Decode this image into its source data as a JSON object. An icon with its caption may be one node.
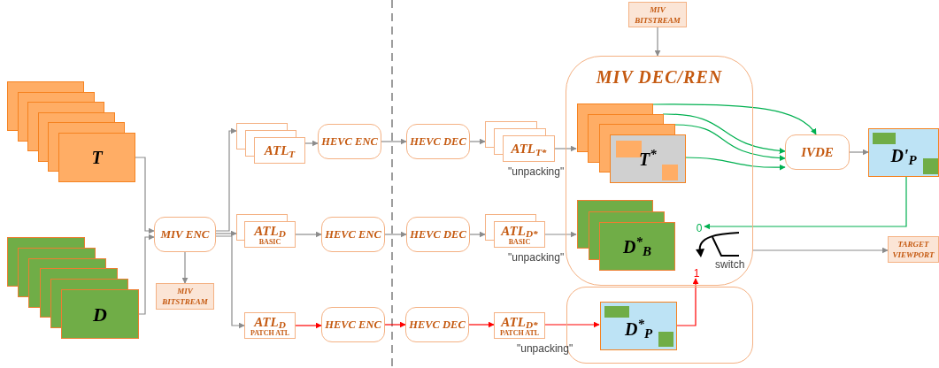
{
  "diagram": {
    "nodes": [
      {
        "text": [
          "T"
        ]
      },
      {
        "text": [
          "D"
        ]
      },
      {
        "text": [
          "MIV ENC"
        ]
      },
      {
        "text": [
          "MIV BITSTREAM"
        ]
      },
      {
        "text": [
          "ATL$_{T}$"
        ]
      },
      {
        "text": [
          "ATL$_{D}$",
          "BASIC"
        ]
      },
      {
        "text": [
          "ATL$_{D}$",
          "PATCH ATL"
        ]
      },
      {
        "text": [
          "HEVC ENC"
        ]
      },
      {
        "text": [
          "HEVC ENC"
        ]
      },
      {
        "text": [
          "HEVC ENC"
        ]
      },
      {
        "text": [
          "HEVC DEC"
        ]
      },
      {
        "text": [
          "HEVC DEC"
        ]
      },
      {
        "text": [
          "HEVC DEC"
        ]
      },
      {
        "text": [
          "ATL$_{T*}$"
        ],
        "beside": [
          "\"unpacking\""
        ]
      },
      {
        "text": [
          "ATL$_{D*}$",
          "BASIC"
        ],
        "beside": [
          "\"unpacking\""
        ]
      },
      {
        "text": [
          "ATL$_{D*}$",
          "PATCH ATL"
        ],
        "beside": [
          "\"unpacking\""
        ]
      },
      {
        "text": [
          "MIV BITSTREAM"
        ]
      },
      {
        "text": [
          "MIV DEC/REN"
        ]
      },
      {
        "text": [
          "T$^{*}$"
        ],
        "in": 17
      },
      {
        "text": [
          "D$^{*}$$_{B}$"
        ],
        "in": 17
      },
      {
        "text": [
          "0"
        ],
        "in": 17
      },
      {
        "text": [
          "1"
        ],
        "in": 17
      },
      {
        "text": [
          "IVDE"
        ]
      },
      {
        "text": [
          "D'$_{P}$"
        ]
      },
      {
        "text": [
          "TARGET VIEWPORT"
        ]
      },
      {
        "text": [],
        "shape": "box"
      },
      {
        "text": [
          "D$^{*}$$_{P}$"
        ],
        "in": 25
      }
    ],
    "edges": [
      {
        "from": 0,
        "to": 2,
        "arrow": "to"
      },
      {
        "from": 1,
        "to": 2,
        "arrow": "to"
      },
      {
        "from": 2,
        "to": 3,
        "arrow": "to"
      },
      {
        "from": 2,
        "to": 4,
        "arrow": "to"
      },
      {
        "from": 2,
        "to": 5,
        "arrow": "to"
      },
      {
        "from": 2,
        "to": 6,
        "arrow": "to"
      },
      {
        "from": 4,
        "to": 7,
        "arrow": "to"
      },
      {
        "from": 5,
        "to": 8,
        "arrow": "to"
      },
      {
        "from": 6,
        "to": 9,
        "arrow": "to",
        "color": "#ff0000"
      },
      {
        "from": 7,
        "to": 10,
        "arrow": "to"
      },
      {
        "from": 8,
        "to": 11,
        "arrow": "to"
      },
      {
        "from": 9,
        "to": 12,
        "arrow": "to",
        "color": "#ff0000"
      },
      {
        "from": 10,
        "to": 13,
        "arrow": "to"
      },
      {
        "from": 11,
        "to": 14,
        "arrow": "to"
      },
      {
        "from": 12,
        "to": 15,
        "arrow": "to",
        "color": "#ff0000"
      },
      {
        "from": 13,
        "to": 18,
        "arrow": "to"
      },
      {
        "from": 14,
        "to": 19,
        "arrow": "to"
      },
      {
        "from": 15,
        "to": 26,
        "arrow": "to",
        "color": "#ff0000"
      },
      {
        "from": 16,
        "to": 17,
        "arrow": "to"
      },
      {
        "from": 18,
        "to": 22,
        "arrow": "to",
        "color": "#00b050"
      },
      {
        "from": 18,
        "to": 22,
        "arrow": "to",
        "color": "#00b050"
      },
      {
        "from": 18,
        "to": 22,
        "arrow": "to",
        "color": "#00b050"
      },
      {
        "from": 18,
        "to": 22,
        "arrow": "to",
        "color": "#00b050"
      },
      {
        "from": 22,
        "to": 23,
        "arrow": "to"
      },
      {
        "from": 23,
        "to": 20,
        "arrow": "to",
        "color": "#00b050"
      },
      {
        "from": 26,
        "to": 21,
        "arrow": "to",
        "color": "#ff0000"
      },
      {
        "from": 17,
        "to": 24,
        "arrow": "to"
      }
    ],
    "labels": [
      "switch"
    ]
  }
}
